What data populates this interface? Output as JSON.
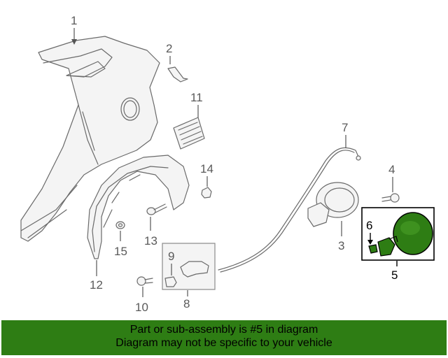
{
  "callouts": {
    "c1": "1",
    "c2": "2",
    "c3": "3",
    "c4": "4",
    "c5": "5",
    "c6": "6",
    "c7": "7",
    "c8": "8",
    "c9": "9",
    "c10": "10",
    "c11": "11",
    "c12": "12",
    "c13": "13",
    "c14": "14",
    "c15": "15"
  },
  "highlight": {
    "color": "#2e7d14"
  },
  "banner": {
    "line1": "Part or sub-assembly is #5 in diagram",
    "line2": "Diagram may not be specific to your vehicle",
    "color": "#2e7d14"
  }
}
